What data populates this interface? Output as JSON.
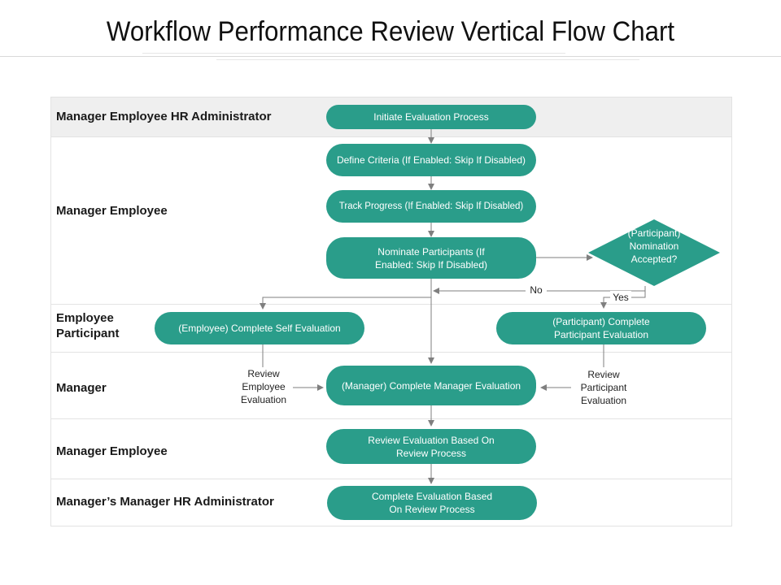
{
  "title": "Workflow Performance Review Vertical Flow Chart",
  "colors": {
    "node": "#2a9d8a",
    "connector": "#7f7f7f",
    "lane_shade": "#efefef"
  },
  "lanes": [
    {
      "label": "Manager Employee HR Administrator"
    },
    {
      "label": "Manager Employee"
    },
    {
      "label": "Employee Participant"
    },
    {
      "label": "Manager"
    },
    {
      "label": "Manager Employee"
    },
    {
      "label": "Manager’s Manager HR Administrator"
    }
  ],
  "nodes": {
    "initiate": "Initiate Evaluation Process",
    "define": "Define Criteria (If Enabled: Skip If Disabled)",
    "track": "Track Progress (If Enabled: Skip If Disabled)",
    "nominate": "Nominate Participants (If Enabled: Skip If Disabled)",
    "decision": "(Participant) Nomination Accepted?",
    "self_eval": "(Employee) Complete Self Evaluation",
    "participant_eval": "(Participant) Complete Participant Evaluation",
    "manager_eval": "(Manager) Complete Manager Evaluation",
    "review_based": "Review Evaluation Based On Review Process",
    "complete_based": "Complete Evaluation Based On Review Process"
  },
  "edge_labels": {
    "no": "No",
    "yes": "Yes",
    "review_employee": "Review Employee Evaluation",
    "review_participant": "Review Participant Evaluation"
  }
}
